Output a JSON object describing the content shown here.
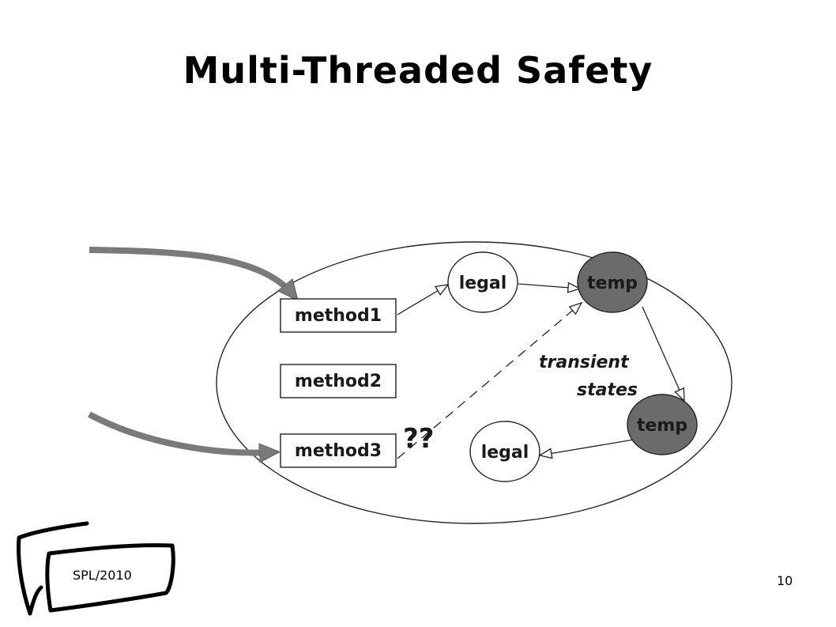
{
  "slide": {
    "title": "Multi-Threaded Safety",
    "footer_left": "SPL/2010",
    "page_number": "10"
  },
  "diagram": {
    "methods": [
      "method1",
      "method2",
      "method3"
    ],
    "states": {
      "legal_top": "legal",
      "temp_top": "temp",
      "temp_bottom": "temp",
      "legal_bottom": "legal"
    },
    "annotation_line1": "transient",
    "annotation_line2": "states",
    "question": "??"
  },
  "colors": {
    "temp_fill": "#6b6b6b",
    "thread_arrow": "#7a7a7a",
    "outline": "#222222"
  }
}
